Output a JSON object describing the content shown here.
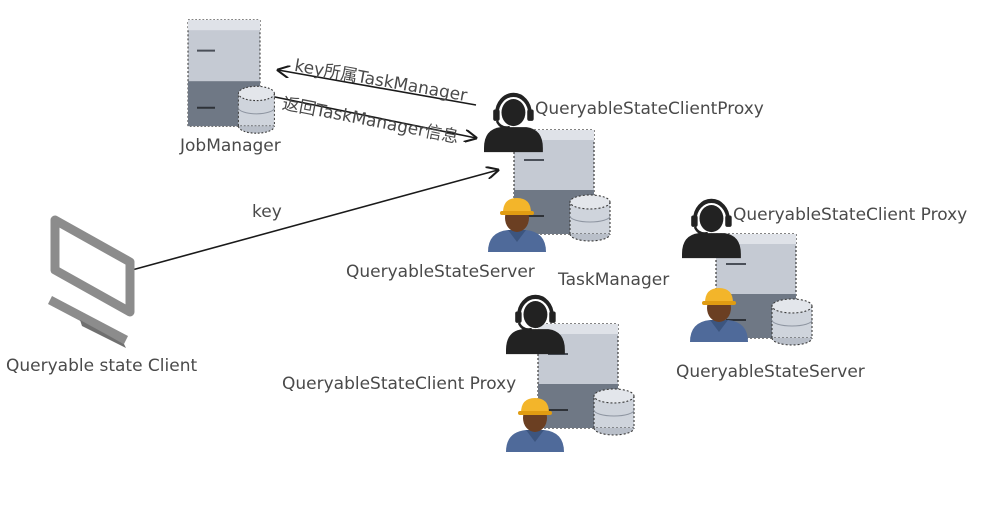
{
  "nodes": {
    "job_manager": {
      "label": "JobManager"
    },
    "client": {
      "label": "Queryable state Client"
    },
    "task_manager_main": {
      "label": "TaskManager",
      "proxy_label": "QueryableStateClientProxy",
      "server_label": "QueryableStateServer"
    },
    "task_manager_right": {
      "proxy_label": "QueryableStateClient Proxy",
      "server_label": "QueryableStateServer"
    },
    "task_manager_bottom": {
      "proxy_label": "QueryableStateClient Proxy"
    }
  },
  "edges": {
    "proxy_to_jobmanager": "key所属TaskManager",
    "jobmanager_to_proxy": "返回TaskManager信息",
    "client_to_proxy": "key"
  },
  "colors": {
    "line": "#1a1a1a",
    "server_light": "#c8cdd6",
    "server_dark": "#707987",
    "person": "#222222",
    "helmet": "#f3b52a",
    "worker_shirt": "#4f6a9a",
    "monitor": "#8c8c8c"
  }
}
